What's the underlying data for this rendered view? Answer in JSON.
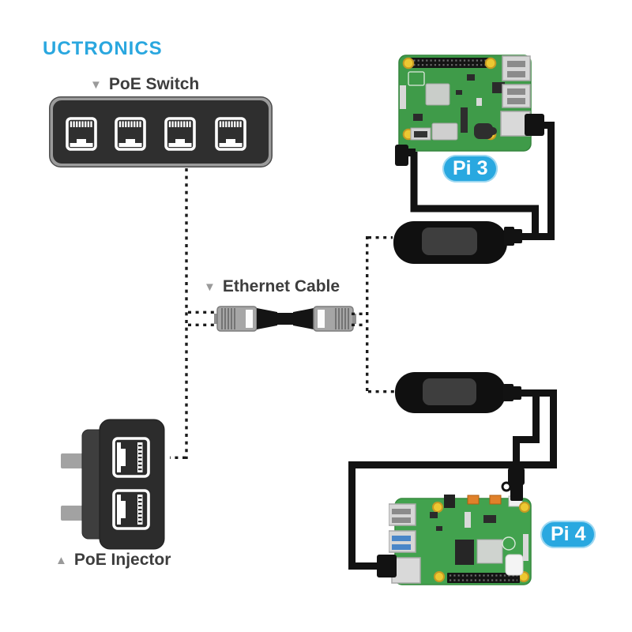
{
  "logo": {
    "text": "UCTRONICS"
  },
  "annotations": {
    "poe_switch": {
      "marker": "▼",
      "label": "PoE Switch"
    },
    "ethernet_cable": {
      "marker": "▼",
      "label": "Ethernet Cable"
    },
    "poe_injector": {
      "marker": "▲",
      "label": "PoE Injector"
    }
  },
  "badges": {
    "pi3": "Pi 3",
    "pi4": "Pi 4"
  },
  "devices": {
    "poe_switch": "4-port PoE switch",
    "ethernet_cable": "Ethernet patch cable",
    "poe_injector": "PoE injector wall plug",
    "poe_splitter_top": "PoE splitter",
    "poe_splitter_bottom": "PoE splitter",
    "pi3_board": "Raspberry Pi 3 board",
    "pi4_board": "Raspberry Pi 4 board"
  },
  "colors": {
    "brand_blue": "#2aa7df",
    "badge_blue": "#29a8e0",
    "pcb_green_pi3": "#3f9b49",
    "pcb_green_pi4": "#42a24e",
    "device_black": "#121212",
    "marker_gray": "#9a9a9a",
    "label_text": "#3d3d3d"
  }
}
